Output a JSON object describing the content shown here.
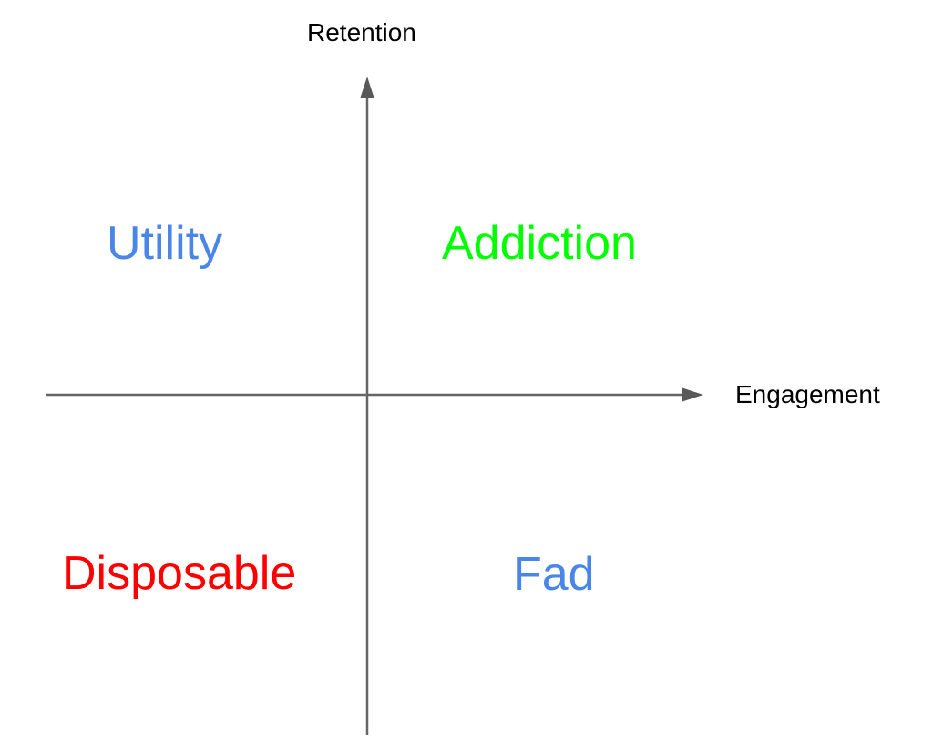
{
  "diagram": {
    "type": "quadrant-chart",
    "axes": {
      "y_axis": {
        "label": "Retention",
        "direction": "up"
      },
      "x_axis": {
        "label": "Engagement",
        "direction": "right"
      },
      "line_color": "#666666",
      "label_color": "#000000"
    },
    "quadrants": {
      "top_left": {
        "label": "Utility",
        "color": "#4a86e8"
      },
      "top_right": {
        "label": "Addiction",
        "color": "#00ff00"
      },
      "bottom_left": {
        "label": "Disposable",
        "color": "#ff0000"
      },
      "bottom_right": {
        "label": "Fad",
        "color": "#4a86e8"
      }
    }
  }
}
